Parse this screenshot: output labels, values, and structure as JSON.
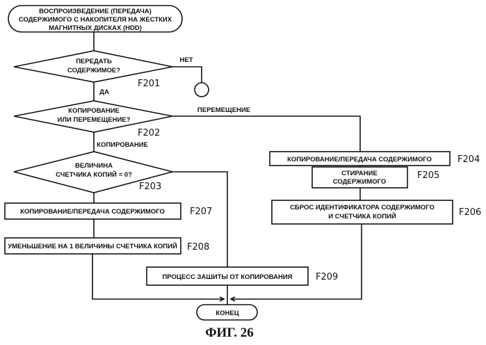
{
  "start": [
    "ВОСПРОИЗВЕДЕНИЕ (ПЕРЕДАЧА)",
    "СОДЕРЖИМОГО С НАКОПИТЕЛЯ НА ЖЕСТКИХ",
    "МАГНИТНЫХ ДИСКАХ (HDD)"
  ],
  "f201": {
    "text": [
      "ПЕРЕДАТЬ",
      "СОДЕРЖИМОЕ?"
    ],
    "id": "F201",
    "no": "НЕТ",
    "yes": "ДА"
  },
  "f202": {
    "text": [
      "КОПИРОВАНИЕ",
      "ИЛИ ПЕРЕМЕЩЕНИЕ?"
    ],
    "id": "F202",
    "move": "ПЕРЕМЕЩЕНИЕ",
    "copy": "КОПИРОВАНИЕ"
  },
  "f203": {
    "text": [
      "ВЕЛИЧИНА",
      "СЧЕТЧИКА КОПИЙ = 0?"
    ],
    "id": "F203"
  },
  "f204": {
    "text": "КОПИРОВАНИЕ/ПЕРЕДАЧА СОДЕРЖИМОГО",
    "id": "F204"
  },
  "f205": {
    "text": [
      "СТИРАНИЕ",
      "СОДЕРЖИМОГО"
    ],
    "id": "F205"
  },
  "f206": {
    "text": [
      "СБРОС ИДЕНТИФИКАТОРА СОДЕРЖИМОГО",
      "И СЧЕТЧИКА КОПИЙ"
    ],
    "id": "F206"
  },
  "f207": {
    "text": "КОПИРОВАНИЕ/ПЕРЕДАЧА СОДЕРЖИМОГО",
    "id": "F207"
  },
  "f208": {
    "text": "УМЕНЬШЕНИЕ НА 1 ВЕЛИЧИНЫ СЧЕТЧИКА КОПИЙ",
    "id": "F208"
  },
  "f209": {
    "text": "ПРОЦЕСС ЗАШИТЫ ОТ КОПИРОВАНИЯ",
    "id": "F209"
  },
  "end": "КОНЕЦ",
  "caption": "ФИГ. 26"
}
